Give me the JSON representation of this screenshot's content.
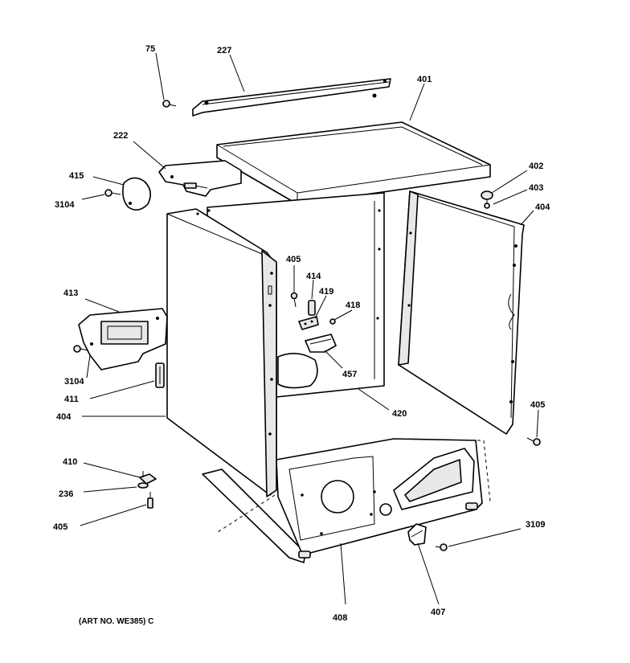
{
  "labels": {
    "l75": "75",
    "l227": "227",
    "l401": "401",
    "l222": "222",
    "l415": "415",
    "l3104a": "3104",
    "l402": "402",
    "l403": "403",
    "l404a": "404",
    "l405a": "405",
    "l414": "414",
    "l419": "419",
    "l418": "418",
    "l413": "413",
    "l3104b": "3104",
    "l457": "457",
    "l411": "411",
    "l420": "420",
    "l404b": "404",
    "l405b": "405",
    "l410": "410",
    "l236": "236",
    "l405c": "405",
    "l3109": "3109",
    "l408": "408",
    "l407": "407"
  },
  "caption": "(ART NO. WE385) C"
}
